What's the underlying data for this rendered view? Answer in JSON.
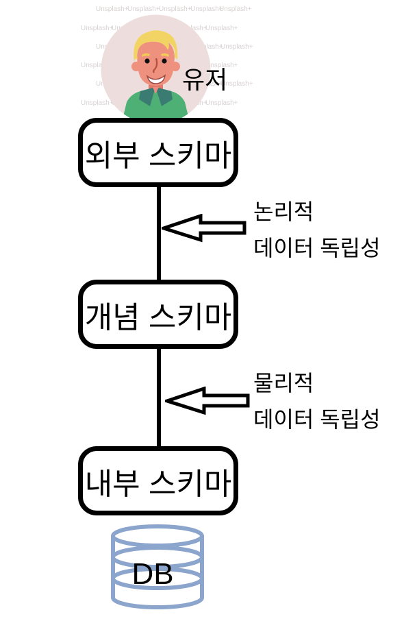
{
  "diagram": {
    "title_semantic": "three-schema database architecture",
    "user_label": "유저",
    "boxes": [
      {
        "id": "external-schema",
        "label": "외부 스키마"
      },
      {
        "id": "conceptual-schema",
        "label": "개념 스키마"
      },
      {
        "id": "internal-schema",
        "label": "내부 스키마"
      }
    ],
    "annotations": [
      {
        "line1": "논리적",
        "line2": "데이터 독립성"
      },
      {
        "line1": "물리적",
        "line2": "데이터 독립성"
      }
    ],
    "db_label": "DB",
    "watermark": "Unsplash+",
    "icons": [
      "user-avatar-icon",
      "left-block-arrow-icon",
      "database-cylinder-icon"
    ],
    "colors": {
      "box_border": "#000000",
      "connector_line": "#000000",
      "cylinder_stroke": "#8ca5cd",
      "avatar_bg": "#eddedd",
      "avatar_skin": "#ee917e",
      "avatar_hair": "#f2d464",
      "avatar_jacket": "#4fb075",
      "avatar_lapel": "#3a7c72"
    }
  }
}
